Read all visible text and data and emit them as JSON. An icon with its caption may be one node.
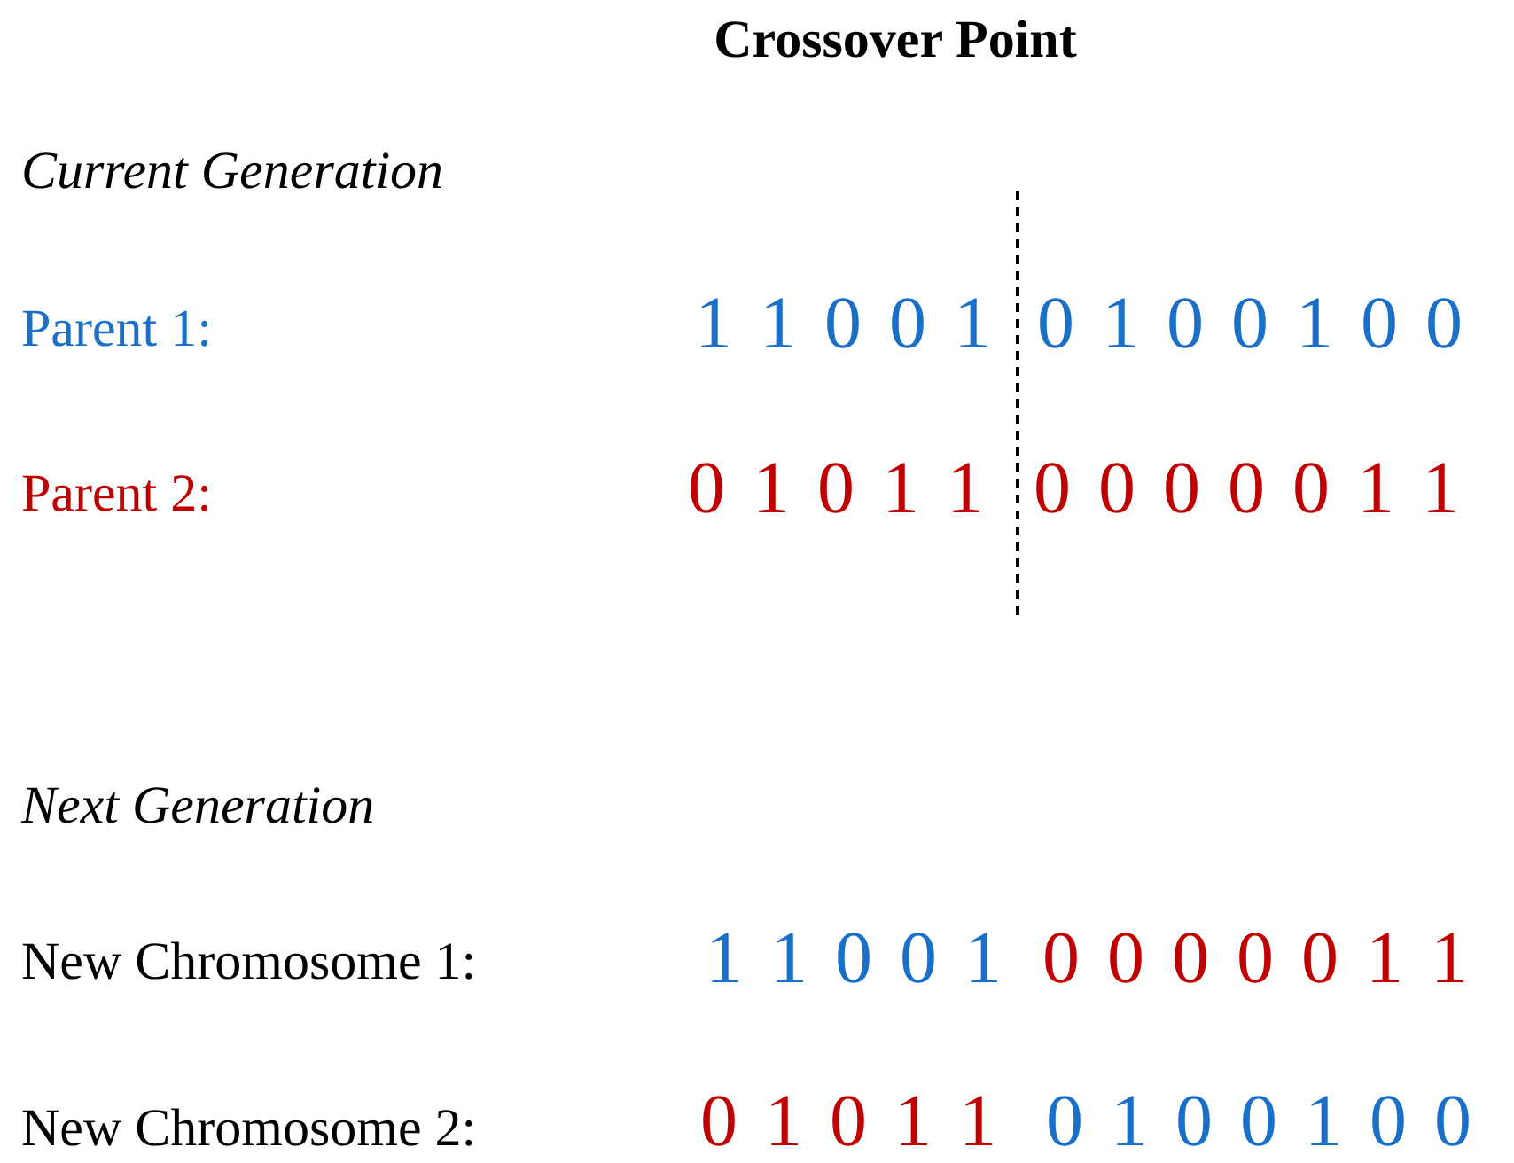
{
  "diagram": {
    "title": "Crossover Point",
    "labels": [
      "Current Generation",
      "Parent 1:",
      "1 1 0 0 1",
      "0 1 0 0 1 0 0",
      "Parent 2:",
      "0 1 0 1 1",
      "0 0 0 0 0 1 1",
      "Next Generation",
      "New Chromosome 1:",
      "1 1 0 0 1",
      "0 0 0 0 0 1 1",
      "New Chromosome 2:",
      "0 1 0 1 1",
      "0 1 0 0 1 0 0"
    ]
  }
}
